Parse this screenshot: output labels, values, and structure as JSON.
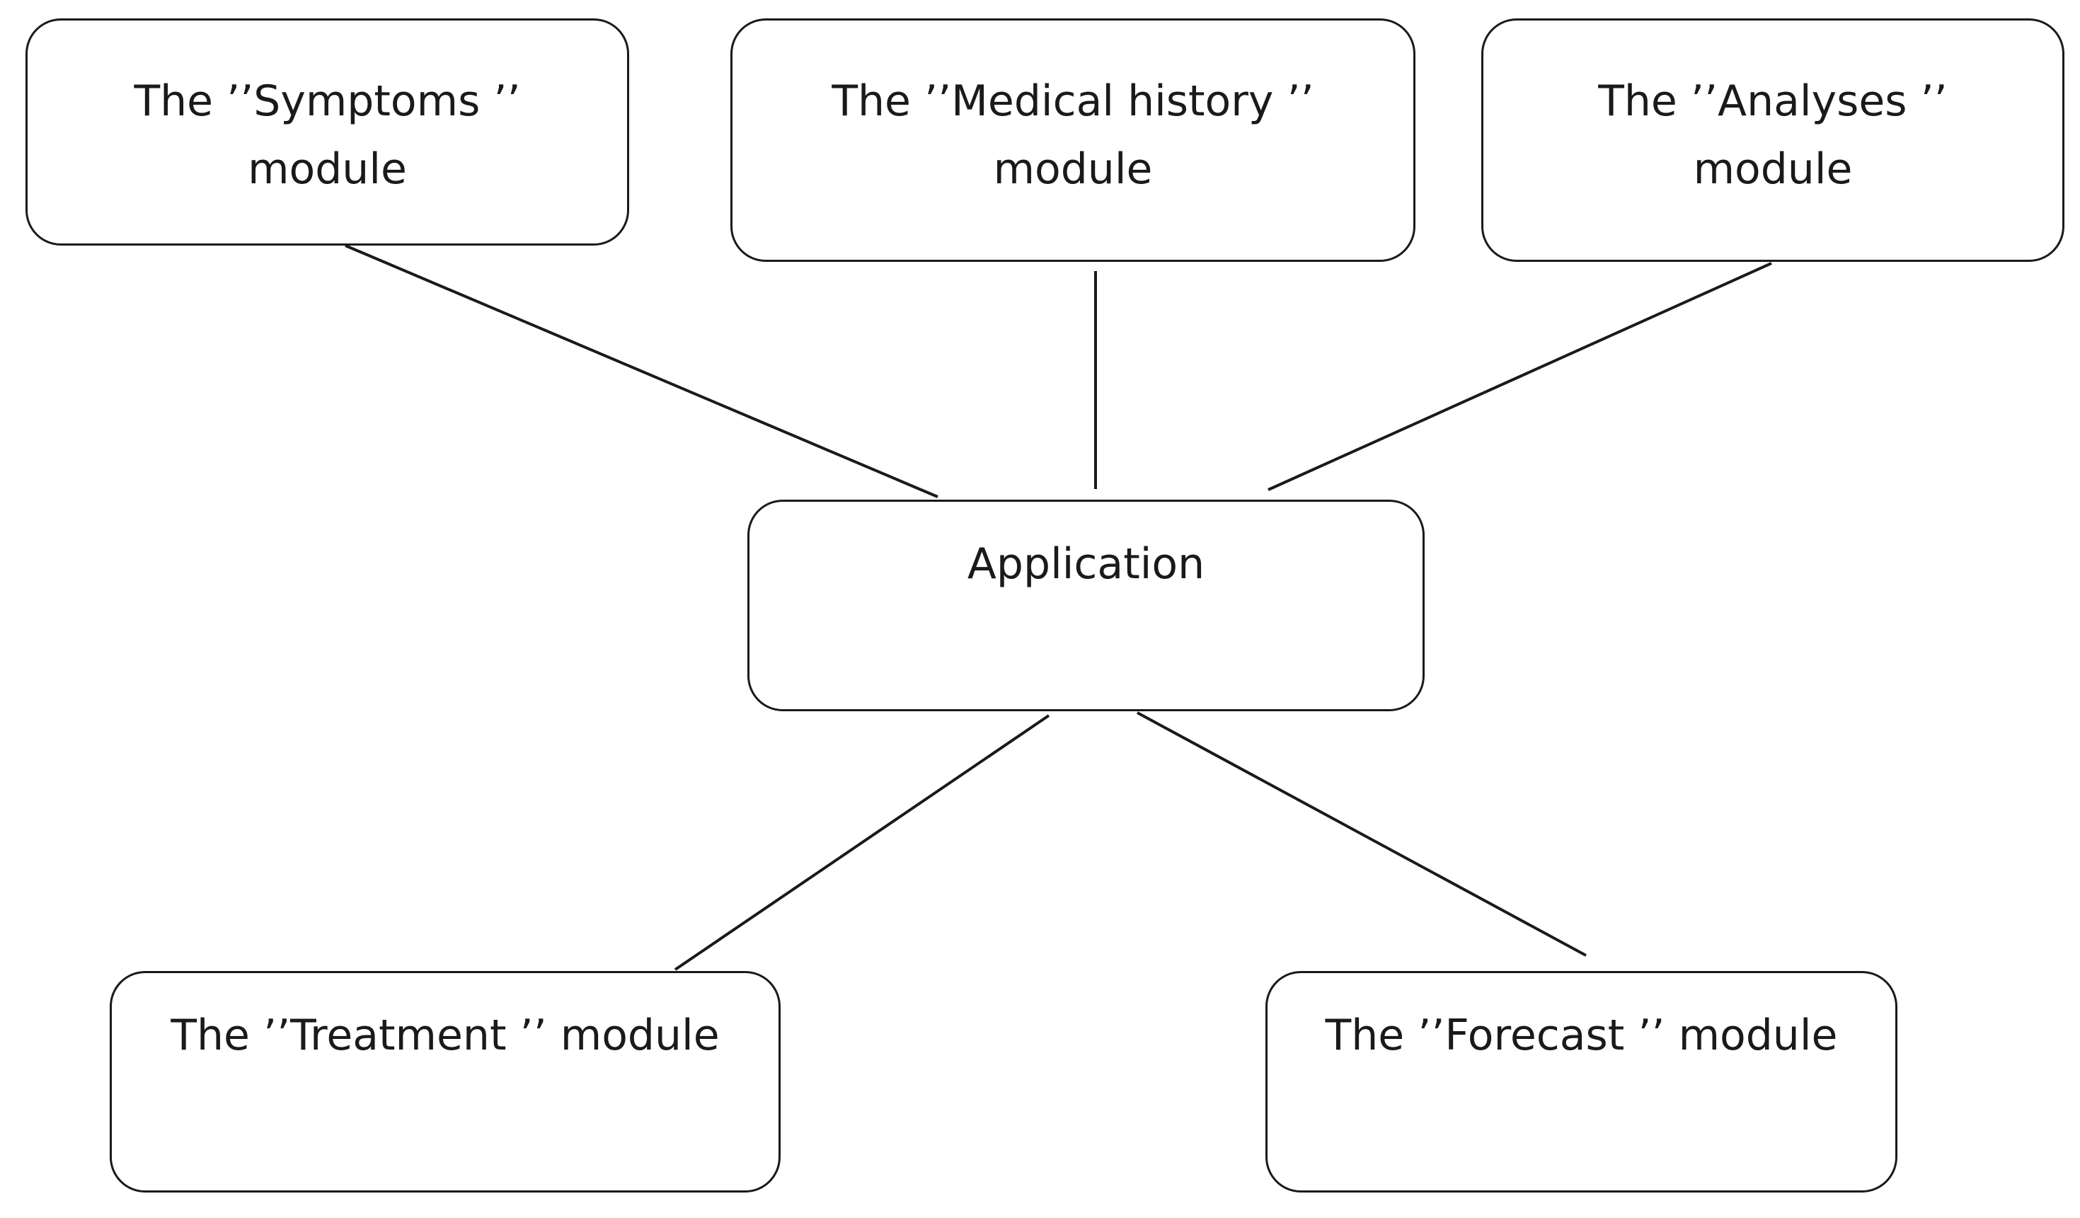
{
  "nodes": {
    "symptoms": {
      "line1": "The ’’Symptoms ’’",
      "line2": "module"
    },
    "medical_history": {
      "line1": "The ’’Medical history ’’",
      "line2": "module"
    },
    "analyses": {
      "line1": "The ’’Analyses ’’",
      "line2": "module"
    },
    "application": {
      "line1": "Application"
    },
    "treatment": {
      "line1": "The ’’Treatment ’’ module"
    },
    "forecast": {
      "line1": "The ’’Forecast ’’ module"
    }
  },
  "edges": [
    {
      "from": "symptoms",
      "to": "application"
    },
    {
      "from": "medical_history",
      "to": "application"
    },
    {
      "from": "analyses",
      "to": "application"
    },
    {
      "from": "application",
      "to": "treatment"
    },
    {
      "from": "application",
      "to": "forecast"
    }
  ],
  "colors": {
    "stroke": "#1a1a1a",
    "background": "#ffffff"
  }
}
